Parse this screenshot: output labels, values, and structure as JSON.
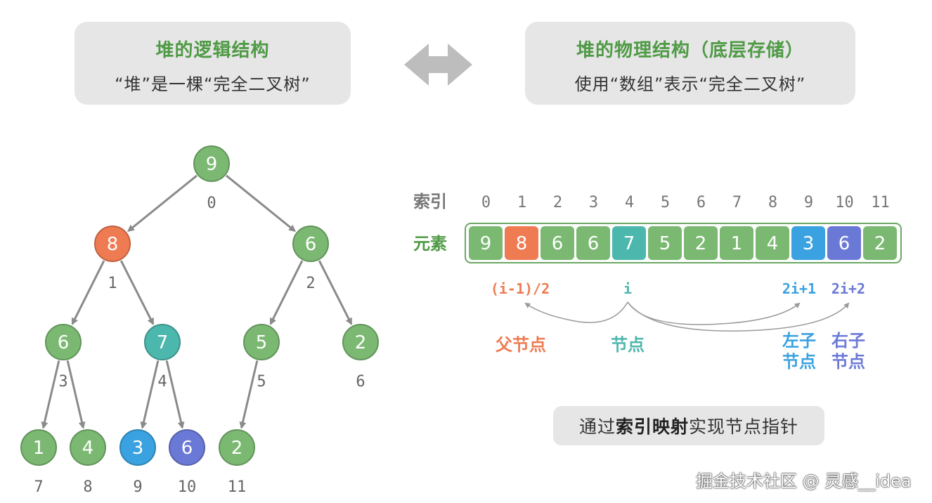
{
  "cards": {
    "logical": {
      "title": "堆的逻辑结构",
      "subtitle": "“堆”是一棵“完全二叉树”"
    },
    "physical": {
      "title": "堆的物理结构（底层存储）",
      "subtitle": "使用“数组”表示“完全二叉树”"
    }
  },
  "colors": {
    "green": "#7bb972",
    "green_stroke": "#5a9d52",
    "orange": "#ee7b52",
    "teal": "#4cb7ad",
    "lightblue": "#3aa2e0",
    "blue": "#6b79d6",
    "edge": "#8a8a8a",
    "label_gray": "#666666",
    "array_border": "#6aa862"
  },
  "tree": {
    "nodes": [
      {
        "value": "9",
        "index": "0",
        "color": "green"
      },
      {
        "value": "8",
        "index": "1",
        "color": "orange"
      },
      {
        "value": "6",
        "index": "2",
        "color": "green"
      },
      {
        "value": "6",
        "index": "3",
        "color": "green"
      },
      {
        "value": "7",
        "index": "4",
        "color": "teal"
      },
      {
        "value": "5",
        "index": "5",
        "color": "green"
      },
      {
        "value": "2",
        "index": "6",
        "color": "green"
      },
      {
        "value": "1",
        "index": "7",
        "color": "green"
      },
      {
        "value": "4",
        "index": "8",
        "color": "green"
      },
      {
        "value": "3",
        "index": "9",
        "color": "lightblue"
      },
      {
        "value": "6",
        "index": "10",
        "color": "blue"
      },
      {
        "value": "2",
        "index": "11",
        "color": "green"
      }
    ]
  },
  "array": {
    "index_label": "索引",
    "element_label": "元素",
    "indices": [
      "0",
      "1",
      "2",
      "3",
      "4",
      "5",
      "6",
      "7",
      "8",
      "9",
      "10",
      "11"
    ],
    "elements": [
      {
        "value": "9",
        "color": "green"
      },
      {
        "value": "8",
        "color": "orange"
      },
      {
        "value": "6",
        "color": "green"
      },
      {
        "value": "6",
        "color": "green"
      },
      {
        "value": "7",
        "color": "teal"
      },
      {
        "value": "5",
        "color": "green"
      },
      {
        "value": "2",
        "color": "green"
      },
      {
        "value": "1",
        "color": "green"
      },
      {
        "value": "4",
        "color": "green"
      },
      {
        "value": "3",
        "color": "lightblue"
      },
      {
        "value": "6",
        "color": "blue"
      },
      {
        "value": "2",
        "color": "green"
      }
    ]
  },
  "formulas": {
    "parent": "(i-1)/2",
    "node": "i",
    "left": "2i+1",
    "right": "2i+2"
  },
  "roles": {
    "parent": "父节点",
    "node": "节点",
    "left_line1": "左子",
    "left_line2": "节点",
    "right_line1": "右子",
    "right_line2": "节点"
  },
  "caption": {
    "prefix": "通过",
    "bold": "索引映射",
    "suffix": "实现节点指针"
  },
  "watermark": "掘金技术社区 @ 灵感__idea"
}
